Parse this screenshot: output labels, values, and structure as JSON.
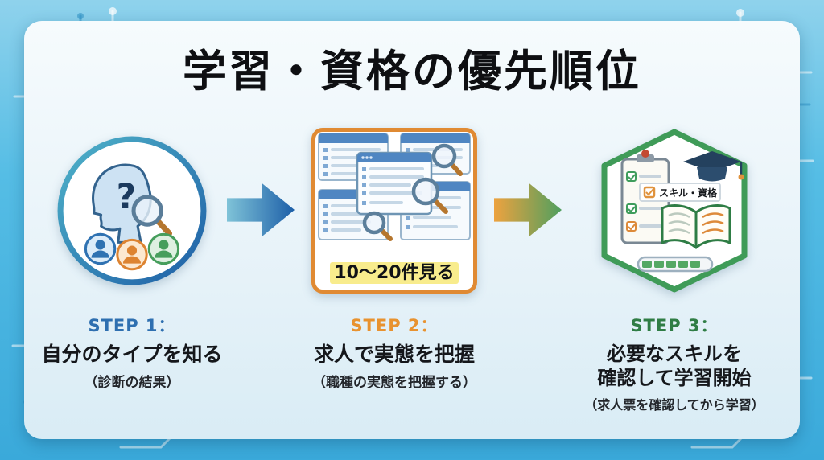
{
  "title": "学習・資格の優先順位",
  "steps": [
    {
      "step_label": "STEP 1：",
      "heading": "自分のタイプを知る",
      "note": "（診断の結果）",
      "accent_color": "#2e6fb0",
      "icon": "persona-search-icon"
    },
    {
      "step_label": "STEP 2：",
      "heading": "求人で実態を把握",
      "note": "（職種の実態を把握する）",
      "badge": "10〜20件見る",
      "accent_color": "#e8922f",
      "icon": "job-listings-search-icon"
    },
    {
      "step_label": "STEP 3：",
      "heading_line1": "必要なスキルを",
      "heading_line2": "確認して学習開始",
      "note": "（求人票を確認してから学習）",
      "icon_label": "スキル・資格",
      "accent_color": "#2f7d45",
      "icon": "skills-checklist-learning-icon"
    }
  ],
  "arrows": [
    {
      "name": "arrow-step1-to-step2",
      "gradient_from": "#7fc3d8",
      "gradient_to": "#1d5fa8"
    },
    {
      "name": "arrow-step2-to-step3",
      "gradient_from": "#eda23f",
      "gradient_to": "#4f9f5f"
    }
  ],
  "colors": {
    "background": "#55bde5",
    "card_top": "#f6fbfd",
    "card_bottom": "#d9ecf5",
    "title": "#0e0f12",
    "highlight": "#f8ec8d"
  }
}
